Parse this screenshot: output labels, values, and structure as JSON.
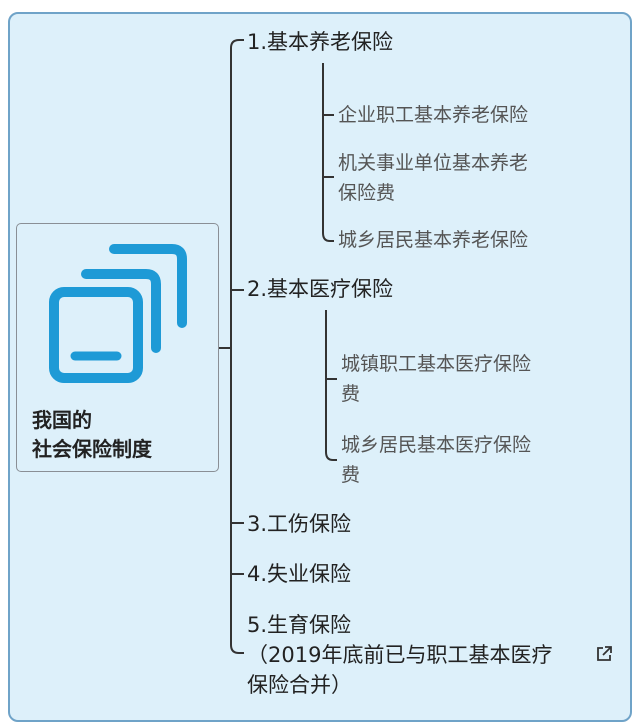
{
  "root": {
    "title_line1": "我国的",
    "title_line2": "社会保险制度",
    "icon": "stacked-windows-icon"
  },
  "branches": [
    {
      "label": "1.基本养老保险",
      "children": [
        {
          "label": "企业职工基本养老保险"
        },
        {
          "line1": "机关事业单位基本养老",
          "line2": "保险费"
        },
        {
          "label": "城乡居民基本养老保险"
        }
      ]
    },
    {
      "label": "2.基本医疗保险",
      "children": [
        {
          "line1": "城镇职工基本医疗保险",
          "line2": "费"
        },
        {
          "line1": "城乡居民基本医疗保险",
          "line2": "费"
        }
      ]
    },
    {
      "label": "3.工伤保险"
    },
    {
      "label": "4.失业保险"
    },
    {
      "label": "5.生育保险",
      "note_line1": "（2019年底前已与职工基本医疗",
      "note_line2": "保险合并）",
      "note_icon": "external-link-icon"
    }
  ],
  "colors": {
    "background": "#ddf0fa",
    "frame_border": "#6fa3c8",
    "icon": "#1e9ad6",
    "connector": "#333333"
  }
}
